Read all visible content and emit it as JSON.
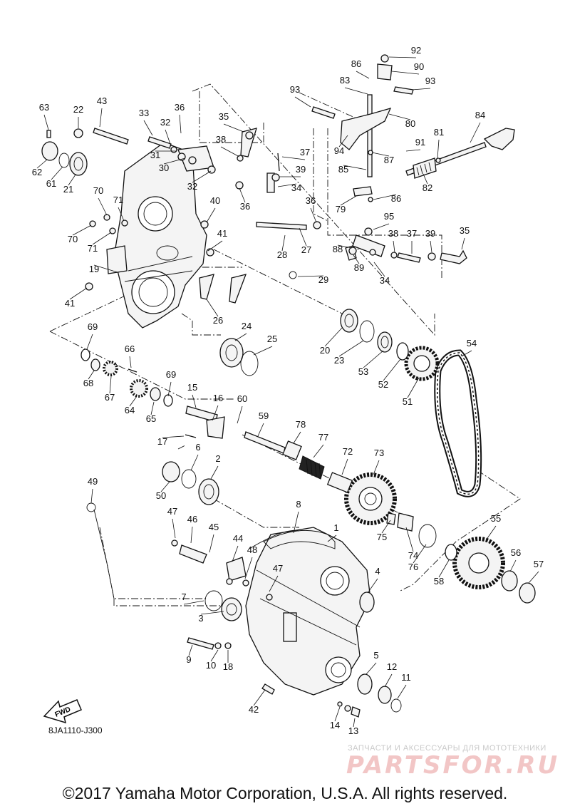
{
  "diagram_code": "8JA1110-J300",
  "fwd_label": "FWD",
  "watermark": {
    "caption": "ЗАПЧАСТИ И АКСЕССУАРЫ ДЛЯ МОТОТЕХНИКИ",
    "logo": "PARTSFOR.RU"
  },
  "copyright": "©2017 Yamaha Motor Corporation, U.S.A. All rights reserved.",
  "callouts": [
    "1",
    "2",
    "3",
    "4",
    "5",
    "6",
    "7",
    "8",
    "9",
    "10",
    "11",
    "12",
    "13",
    "14",
    "15",
    "16",
    "17",
    "18",
    "19",
    "20",
    "21",
    "22",
    "23",
    "24",
    "25",
    "26",
    "27",
    "28",
    "29",
    "30",
    "31",
    "32",
    "32",
    "33",
    "34",
    "34",
    "35",
    "35",
    "36",
    "36",
    "36",
    "37",
    "37",
    "38",
    "38",
    "39",
    "39",
    "40",
    "41",
    "41",
    "42",
    "43",
    "44",
    "45",
    "46",
    "47",
    "47",
    "48",
    "49",
    "50",
    "51",
    "52",
    "53",
    "54",
    "55",
    "56",
    "57",
    "58",
    "59",
    "60",
    "61",
    "62",
    "63",
    "64",
    "65",
    "66",
    "67",
    "68",
    "69",
    "69",
    "70",
    "70",
    "71",
    "71",
    "72",
    "73",
    "74",
    "75",
    "76",
    "77",
    "78",
    "79",
    "80",
    "81",
    "82",
    "83",
    "84",
    "85",
    "86",
    "86",
    "87",
    "88",
    "89",
    "90",
    "91",
    "92",
    "93",
    "93",
    "94",
    "95"
  ]
}
